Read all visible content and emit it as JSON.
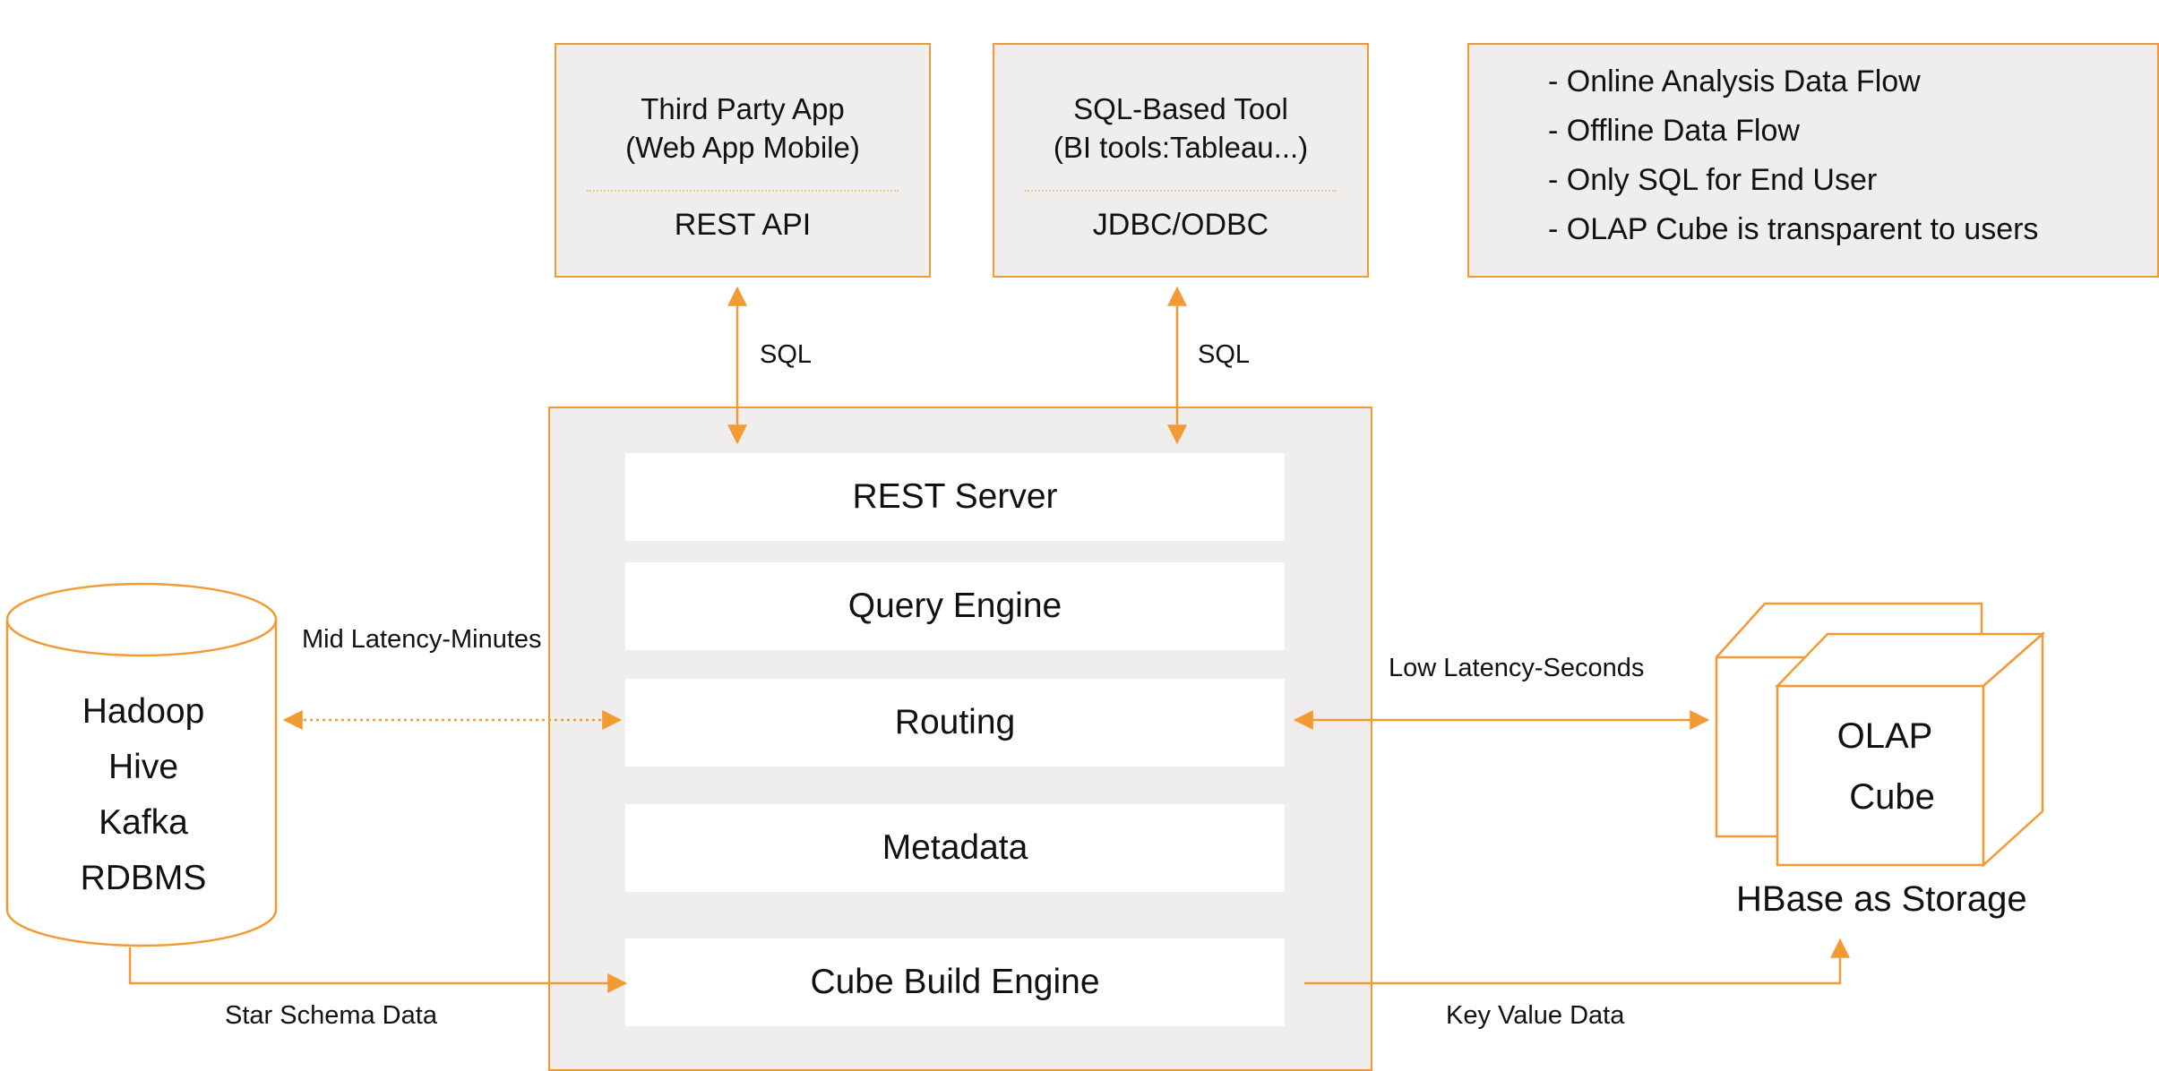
{
  "clients": [
    {
      "title_line1": "Third Party App",
      "title_line2": "(Web App Mobile)",
      "api": "REST API"
    },
    {
      "title_line1": "SQL-Based Tool",
      "title_line2": "(BI tools:Tableau...)",
      "api": "JDBC/ODBC"
    }
  ],
  "legend": {
    "items": [
      "- Online Analysis Data Flow",
      "- Offline Data Flow",
      "- Only SQL for End User",
      "- OLAP Cube is transparent to users"
    ]
  },
  "server": {
    "layers": [
      "REST Server",
      "Query Engine",
      "Routing",
      "Metadata",
      "Cube Build Engine"
    ]
  },
  "source": {
    "lines": [
      "Hadoop",
      "Hive",
      "Kafka",
      "RDBMS"
    ]
  },
  "storage": {
    "cube_line1": "OLAP",
    "cube_line2": "Cube",
    "caption": "HBase as Storage"
  },
  "edge_labels": {
    "sql_left": "SQL",
    "sql_right": "SQL",
    "mid_latency": "Mid Latency-Minutes",
    "low_latency": "Low Latency-Seconds",
    "star_schema": "Star Schema Data",
    "key_value": "Key Value Data"
  },
  "colors": {
    "accent": "#f39a35",
    "box_fill": "#efeeed",
    "text": "#111111"
  }
}
